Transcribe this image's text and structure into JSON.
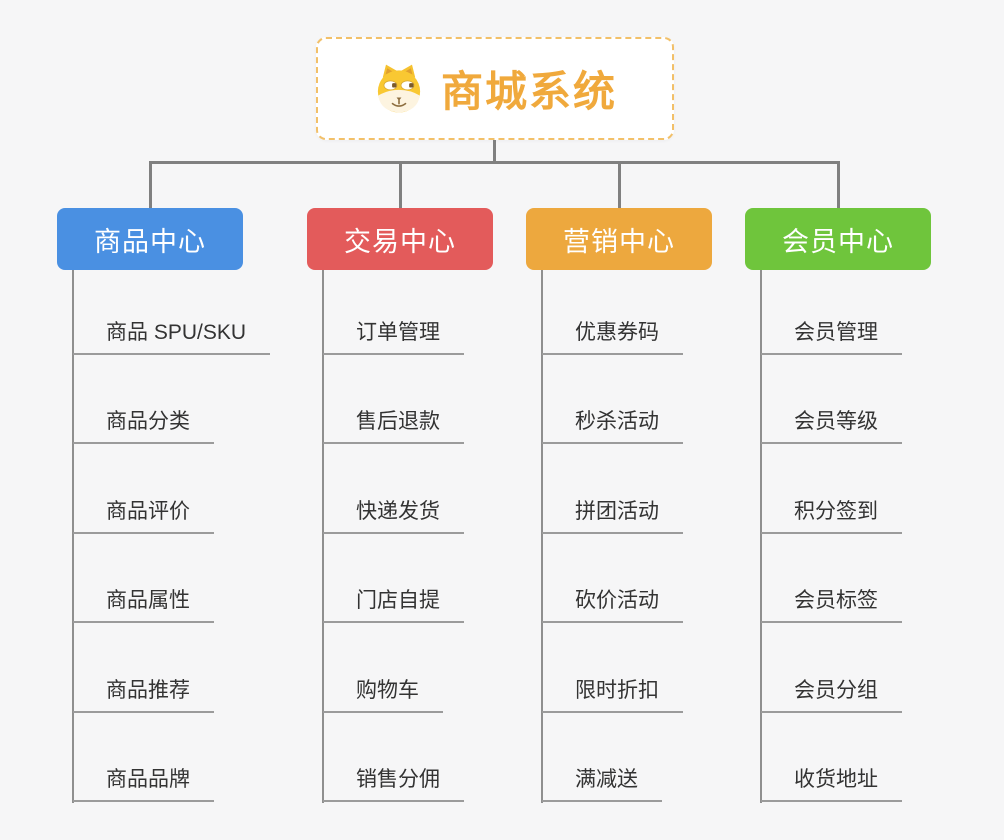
{
  "page": {
    "background": "#f6f6f7",
    "connector_color": "#808080",
    "leaf_underline_color": "#9b9b9b",
    "leaf_text_color": "#333333"
  },
  "root": {
    "label": "商城系统",
    "icon": "shiba-dog-icon",
    "text_color": "#f0a93c",
    "border_color": "#f2c069"
  },
  "branches": [
    {
      "label": "商品中心",
      "color": "#4a90e2",
      "children": [
        "商品 SPU/SKU",
        "商品分类",
        "商品评价",
        "商品属性",
        "商品推荐",
        "商品品牌"
      ]
    },
    {
      "label": "交易中心",
      "color": "#e35b5b",
      "children": [
        "订单管理",
        "售后退款",
        "快递发货",
        "门店自提",
        "购物车",
        "销售分佣"
      ]
    },
    {
      "label": "营销中心",
      "color": "#eda83e",
      "children": [
        "优惠券码",
        "秒杀活动",
        "拼团活动",
        "砍价活动",
        "限时折扣",
        "满减送"
      ]
    },
    {
      "label": "会员中心",
      "color": "#6fc53c",
      "children": [
        "会员管理",
        "会员等级",
        "积分签到",
        "会员标签",
        "会员分组",
        "收货地址"
      ]
    }
  ]
}
